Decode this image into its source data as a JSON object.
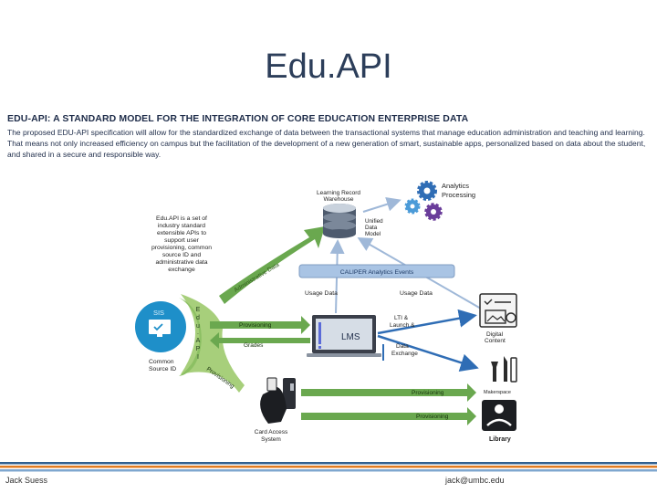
{
  "slide": {
    "title": "Edu.API",
    "heading": "EDU-API: A STANDARD MODEL FOR THE INTEGRATION OF CORE EDUCATION ENTERPRISE DATA",
    "intro": "The proposed EDU-API specification will allow for the standardized exchange of data between the transactional systems that manage education administration and teaching and learning. That means not only increased efficiency on campus but the facilitation of the development of a new generation of smart, sustainable apps, personalized based on data about the student, and shared in a secure and responsible way."
  },
  "diagram": {
    "description_lines": [
      "Edu.API is a set of",
      "industry standard",
      "extensible APIs to",
      "support user",
      "provisioning, common",
      "source ID and",
      "administrative data",
      "exchange"
    ],
    "learning_record_warehouse": [
      "Learning Record",
      "Warehouse"
    ],
    "analytics_processing": [
      "Analytics",
      "Processing"
    ],
    "unified_data_model": [
      "Unified",
      "Data",
      "Model"
    ],
    "caliper_bar": "CALIPER Analytics Events",
    "usage_data_left": "Usage Data",
    "usage_data_right": "Usage Data",
    "administrative_data": "Administrative Data",
    "sis_label": "SIS",
    "common_source_id": [
      "Common",
      "Source ID"
    ],
    "eduapi_vertical": [
      "E",
      "d",
      "u",
      ".",
      "A",
      "P",
      "I"
    ],
    "provisioning_lms": "Provisioning",
    "grades": "Grades",
    "lms_label": "LMS",
    "lti_exchange": [
      "LTI &",
      "Launch &",
      "Data",
      "Exchange"
    ],
    "provisioning_curve": "Provisioning",
    "provisioning_1": "Provisioning",
    "provisioning_2": "Provisioning",
    "card_access": [
      "Card Access",
      "System"
    ],
    "digital_content": [
      "Digital",
      "Content"
    ],
    "makerspace": "Makerspace",
    "library": "Library"
  },
  "footer": {
    "left": "Jack Suess",
    "right": "jack@umbc.edu"
  },
  "colors": {
    "green": "#6aa84f",
    "blue": "#2f6db5",
    "caliper": "#a9c4e4",
    "sis": "#1e8fc9",
    "footer_orange": "#e07b22",
    "footer_blue": "#2f5f8f"
  }
}
